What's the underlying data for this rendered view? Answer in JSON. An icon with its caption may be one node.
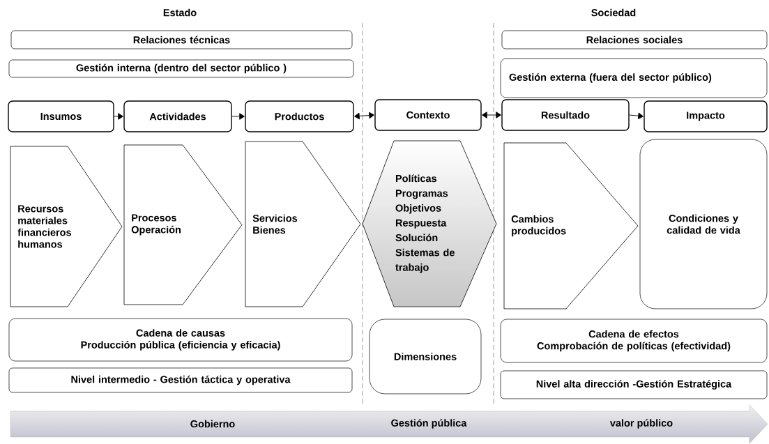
{
  "diagram": {
    "nodes": [
      {
        "text": [
          "Relaciones técnicas"
        ]
      },
      {
        "text": [
          "Gestión interna (dentro del sector público )"
        ]
      },
      {
        "text": [
          "Relaciones sociales"
        ]
      },
      {
        "text": [
          "Gestión externa (fuera del sector público)"
        ]
      },
      {
        "text": [
          "Insumos"
        ]
      },
      {
        "text": [
          "Actividades"
        ]
      },
      {
        "text": [
          "Productos"
        ]
      },
      {
        "text": [
          "Contexto"
        ]
      },
      {
        "text": [
          "Resultado"
        ]
      },
      {
        "text": [
          "Impacto"
        ]
      },
      {
        "text": [
          "Recursos materiales financieros humanos"
        ]
      },
      {
        "text": [
          "Procesos Operación"
        ]
      },
      {
        "text": [
          "Servicios Bienes"
        ]
      },
      {
        "text": [
          "Políticas Programas Objetivos Respuesta Solución Sistemas de trabajo"
        ]
      },
      {
        "text": [
          "Cambios producidos"
        ]
      },
      {
        "text": [
          "Condiciones y calidad de vida"
        ]
      },
      {
        "text": [
          "Cadena de causas",
          "Producción pública (eficiencia y eficacia)"
        ]
      },
      {
        "text": [
          "Nivel intermedio - Gestión táctica y operativa"
        ]
      },
      {
        "text": [
          "Dimensiones"
        ]
      },
      {
        "text": [
          "Cadena de efectos",
          "Comprobación de políticas (efectividad)"
        ]
      },
      {
        "text": [
          "Nivel alta dirección -Gestión Estratégica"
        ]
      },
      {
        "text": [
          "Gobierno",
          "Gestión pública",
          "valor público"
        ]
      }
    ],
    "edges": [
      {
        "from": 4,
        "to": 5,
        "arrow": "to"
      },
      {
        "from": 5,
        "to": 6,
        "arrow": "to"
      },
      {
        "from": 6,
        "to": 7,
        "arrow": "both"
      },
      {
        "from": 7,
        "to": 8,
        "arrow": "both"
      },
      {
        "from": 8,
        "to": 9,
        "arrow": "to"
      }
    ],
    "labels": [
      "Estado",
      "Sociedad"
    ]
  }
}
